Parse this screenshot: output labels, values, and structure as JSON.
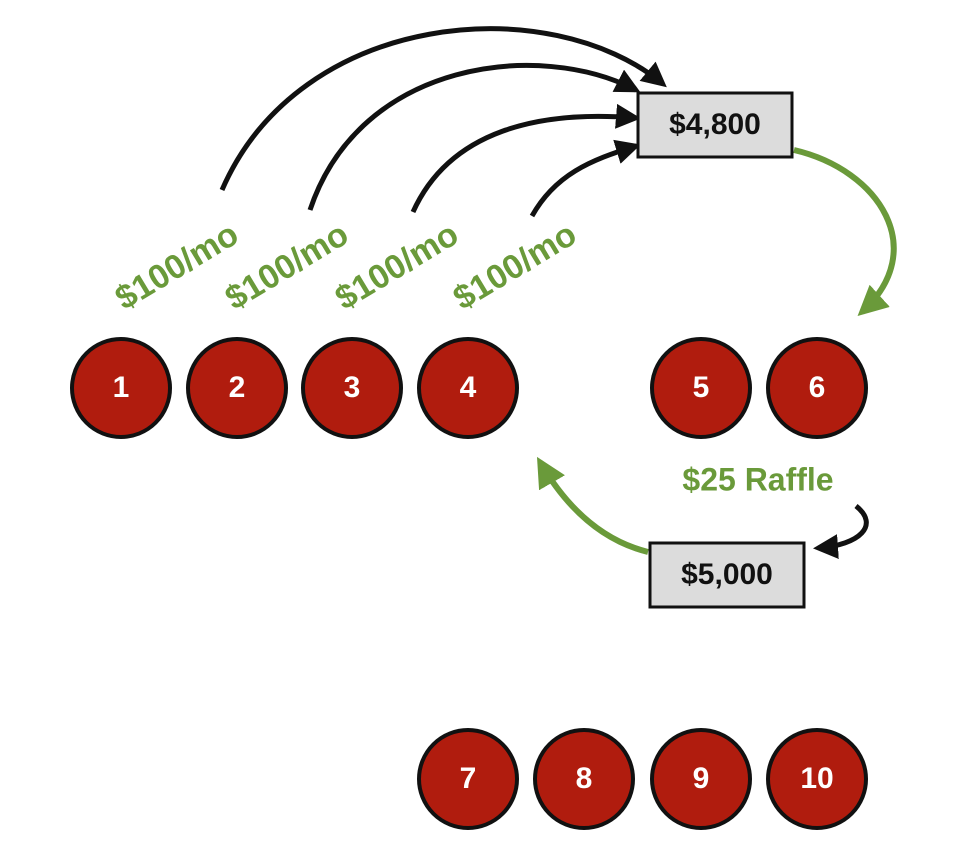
{
  "nodes": [
    "1",
    "2",
    "3",
    "4",
    "5",
    "6",
    "7",
    "8",
    "9",
    "10"
  ],
  "payments": [
    "$100/mo",
    "$100/mo",
    "$100/mo",
    "$100/mo"
  ],
  "pot_box": {
    "label": "$4,800"
  },
  "prize_box": {
    "label": "$5,000"
  },
  "raffle": {
    "label": "$25 Raffle"
  },
  "colors": {
    "node_fill": "#b01c0e",
    "box_fill": "#dcdcdc",
    "accent_green": "#6a9a3a",
    "arrow_black": "#111111"
  }
}
